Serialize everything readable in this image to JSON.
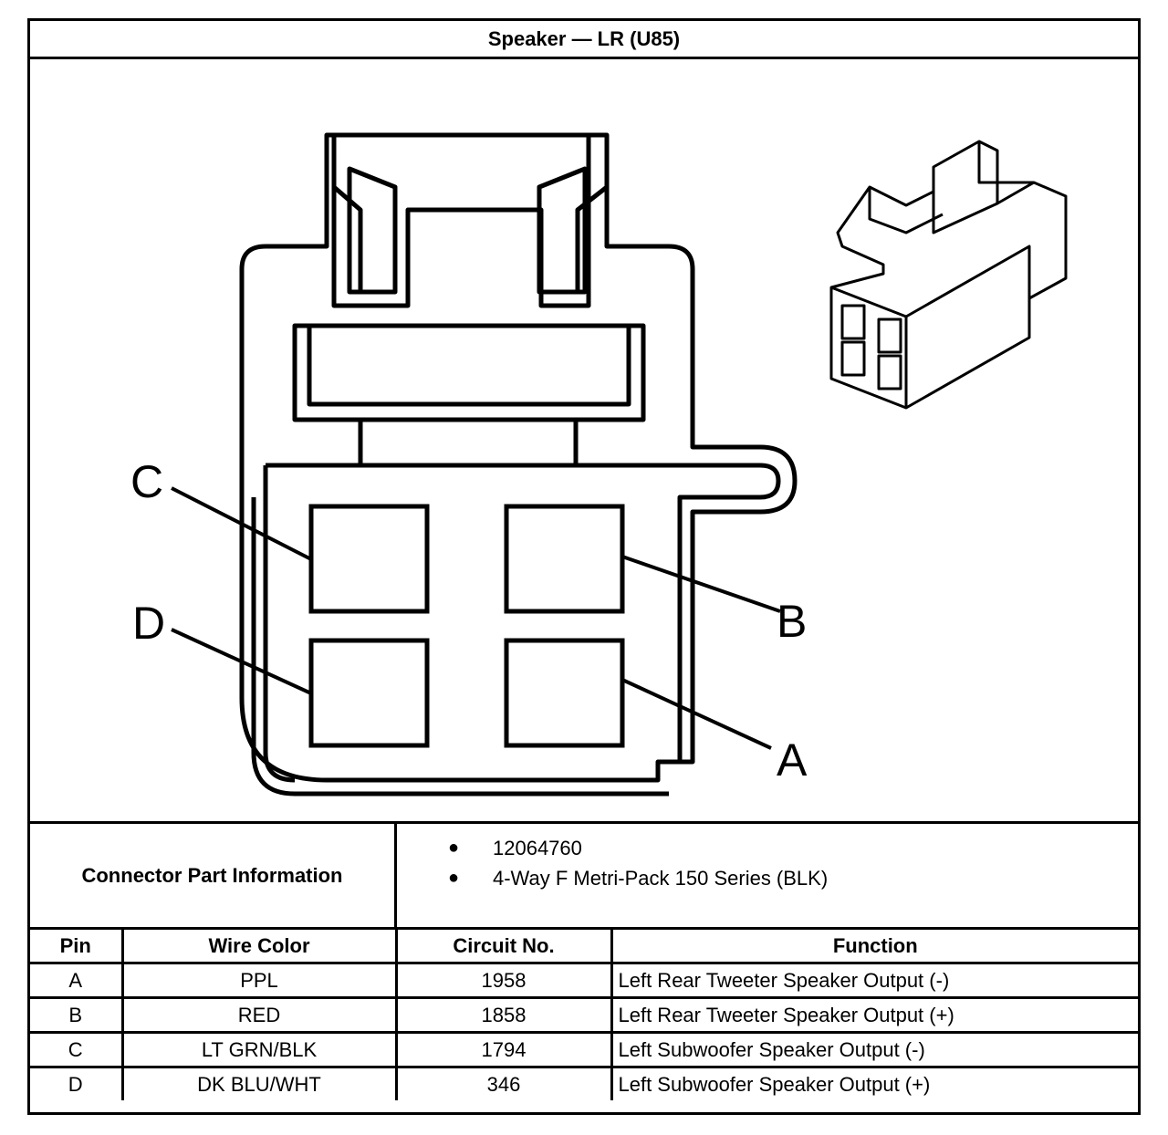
{
  "title": "Speaker — LR (U85)",
  "connector_info": {
    "label": "Connector Part Information",
    "items": [
      "12064760",
      "4-Way F Metri-Pack 150 Series (BLK)"
    ]
  },
  "pin_labels": {
    "a": "A",
    "b": "B",
    "c": "C",
    "d": "D"
  },
  "table": {
    "headers": [
      "Pin",
      "Wire Color",
      "Circuit No.",
      "Function"
    ],
    "rows": [
      [
        "A",
        "PPL",
        "1958",
        "Left Rear Tweeter Speaker Output (-)"
      ],
      [
        "B",
        "RED",
        "1858",
        "Left Rear Tweeter Speaker Output (+)"
      ],
      [
        "C",
        "LT GRN/BLK",
        "1794",
        "Left Subwoofer Speaker Output (-)"
      ],
      [
        "D",
        "DK BLU/WHT",
        "346",
        "Left Subwoofer Speaker Output (+)"
      ]
    ]
  }
}
